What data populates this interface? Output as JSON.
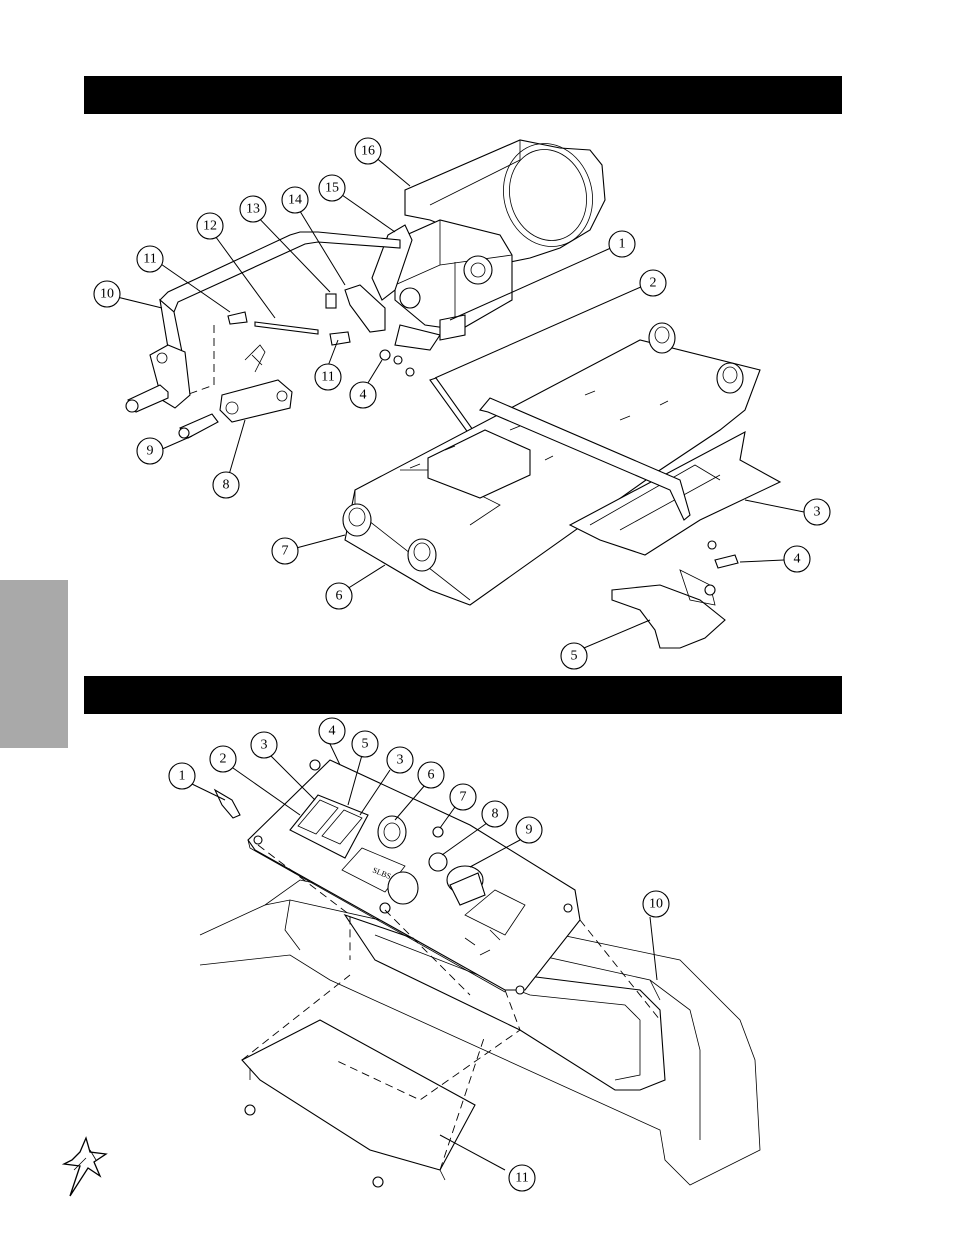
{
  "header_bars": [
    {
      "title": ""
    },
    {
      "title": ""
    }
  ],
  "diagram_1": {
    "callouts": [
      "1",
      "2",
      "3",
      "4",
      "4",
      "5",
      "6",
      "7",
      "8",
      "9",
      "10",
      "11",
      "11",
      "12",
      "13",
      "14",
      "15",
      "16"
    ]
  },
  "diagram_2": {
    "callouts": [
      "1",
      "2",
      "3",
      "3",
      "4",
      "5",
      "6",
      "7",
      "8",
      "9",
      "10",
      "11"
    ],
    "panel_label": "SLBS"
  },
  "colors": {
    "bar": "#000000",
    "side_tab": "#a9a9a9",
    "line": "#000000"
  },
  "logo": {
    "name": "star-logo-icon"
  }
}
